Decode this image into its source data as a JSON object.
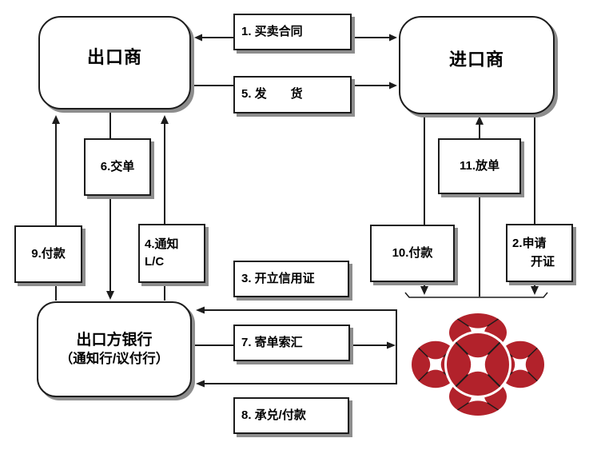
{
  "colors": {
    "background": "#ffffff",
    "line": "#1c1c1c",
    "box_fill": "#ffffff",
    "shadow": "#8d8d8d",
    "logo_red": "#b2222b"
  },
  "nodes": {
    "exporter": {
      "label": "出口商"
    },
    "importer": {
      "label": "进口商"
    },
    "exporter_bank": {
      "line1": "出口方银行",
      "line2": "（通知行/议付行）"
    },
    "issuing_bank": {
      "icon": "five-coins-bank-logo"
    }
  },
  "steps": {
    "s1": {
      "label": "1. 买卖合同"
    },
    "s2": {
      "line1": "2.申请",
      "line2": "开证"
    },
    "s3": {
      "label": "3. 开立信用证"
    },
    "s4": {
      "line1": "4.通知",
      "line2": "L/C"
    },
    "s5": {
      "label": "5. 发　　货"
    },
    "s6": {
      "label": "6.交单"
    },
    "s7": {
      "label": "7. 寄单索汇"
    },
    "s8": {
      "label": "8. 承兑/付款"
    },
    "s9": {
      "label": "9.付款"
    },
    "s10": {
      "label": "10.付款"
    },
    "s11": {
      "label": "11.放单"
    }
  }
}
